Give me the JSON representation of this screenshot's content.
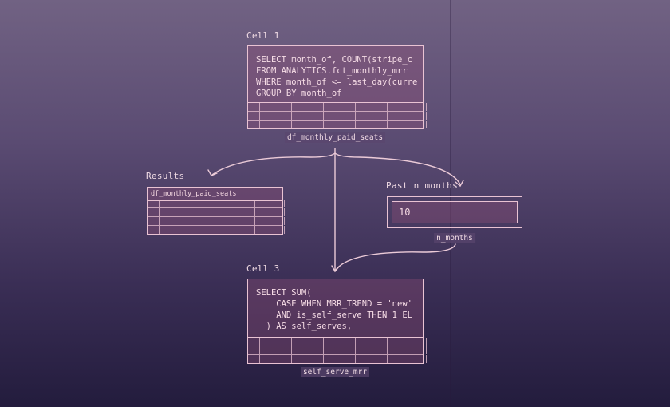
{
  "cell1": {
    "title": "Cell 1",
    "code": [
      "SELECT month_of, COUNT(stripe_c",
      "FROM ANALYTICS.fct_monthly_mrr",
      "WHERE month_of <= last_day(curre",
      "GROUP BY month_of"
    ],
    "output": "df_monthly_paid_seats"
  },
  "results": {
    "title": "Results",
    "table_name": "df_monthly_paid_seats"
  },
  "input": {
    "title": "Past n months",
    "value": "10",
    "variable": "n_months"
  },
  "cell3": {
    "title": "Cell 3",
    "code": [
      "SELECT SUM(",
      "    CASE WHEN MRR_TREND = 'new'",
      "    AND is_self_serve THEN 1 EL",
      "  ) AS self_serves,"
    ],
    "output": "self_serve_mrr"
  },
  "colors": {
    "stroke": "#e9c3d3",
    "text": "#f2d6e0",
    "bg_top": "#716283",
    "bg_bottom": "#231c3d"
  }
}
